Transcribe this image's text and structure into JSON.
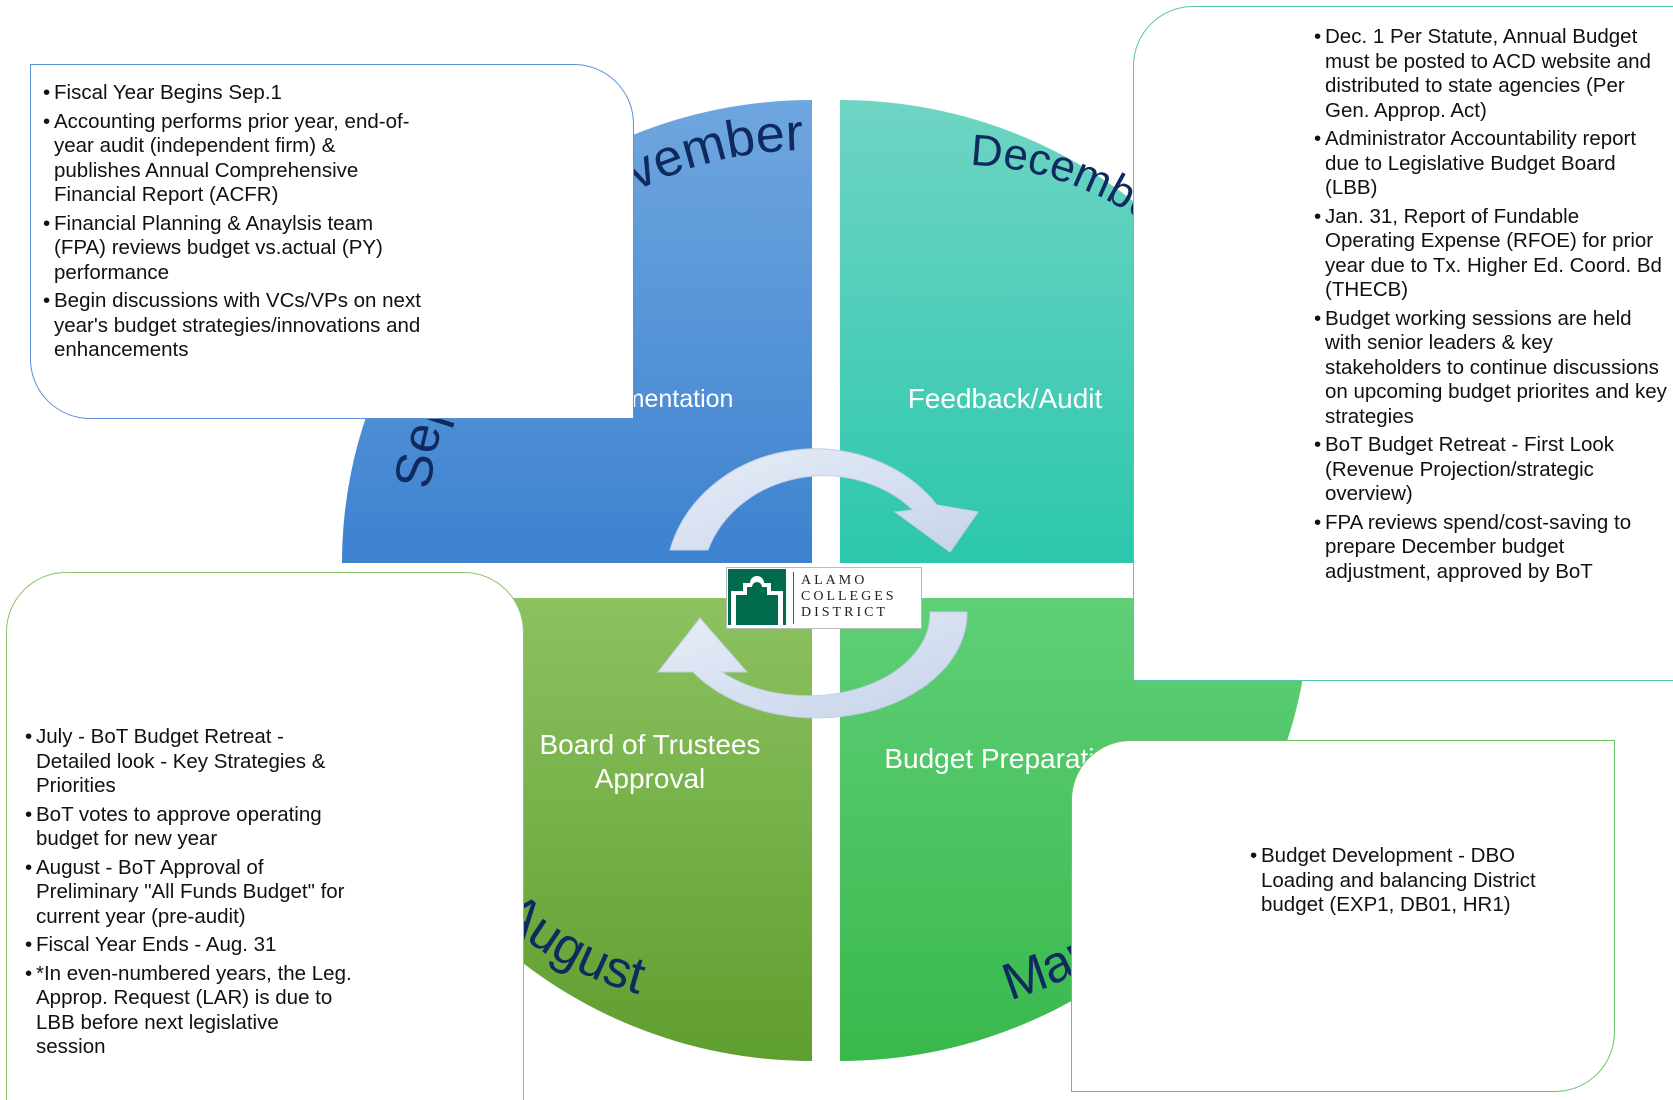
{
  "seasons": {
    "sep_nov": "September – November",
    "dec_feb": "December – February",
    "mar_may": "March – May",
    "jun_aug": "June - August"
  },
  "phases": {
    "implementation": "Implementation",
    "feedback": "Feedback/Audit",
    "budget_prep": "Budget Preparation",
    "bot_line1": "Board of Trustees",
    "bot_line2": "Approval"
  },
  "logo": {
    "line1": "ALAMO",
    "line2": "COLLEGES",
    "line3": "DISTRICT"
  },
  "notes": {
    "sep_nov": [
      "Fiscal Year Begins Sep.1",
      "Accounting performs prior year, end-of-year audit (independent firm) & publishes Annual Comprehensive Financial Report (ACFR)",
      "Financial Planning & Anaylsis team (FPA) reviews budget vs.actual (PY) performance",
      "Begin discussions with VCs/VPs on next year's budget strategies/innovations and enhancements"
    ],
    "dec_feb": [
      "Dec. 1 Per Statute, Annual Budget must be posted to ACD website and distributed to state agencies (Per Gen. Approp. Act)",
      "Administrator Accountability report due to Legislative Budget Board (LBB)",
      "Jan. 31, Report of Fundable Operating Expense (RFOE) for prior year due to Tx. Higher Ed. Coord. Bd (THECB)",
      "Budget working sessions are held with senior leaders & key stakeholders to continue discussions on upcoming budget priorites and key strategies",
      "BoT Budget Retreat - First Look (Revenue Projection/strategic overview)",
      "FPA reviews spend/cost-saving to prepare December budget adjustment, approved by BoT"
    ],
    "mar_may": [
      "Budget Development - DBO Loading and balancing District budget (EXP1, DB01, HR1)"
    ],
    "jun_aug": [
      "July - BoT Budget Retreat - Detailed look - Key Strategies & Priorities",
      "BoT votes to approve operating budget for new year",
      "August - BoT Approval of Preliminary \"All Funds Budget\" for current year (pre-audit)",
      "Fiscal Year Ends - Aug. 31",
      "*In even-numbered years, the Leg. Approp. Request (LAR) is due to LBB before next legislative session"
    ]
  },
  "colors": {
    "q1_top": "#6fa6df",
    "q1_bottom": "#3d82cf",
    "q2_top": "#6fd4c4",
    "q2_bottom": "#2cc7ac",
    "q3_top": "#5fcf78",
    "q3_bottom": "#39b84c",
    "q4_top": "#8cc260",
    "q4_bottom": "#5f9e30",
    "season_text": "#0f2a5e",
    "box_blue": "#5b8fd6",
    "box_teal": "#59c4b0",
    "box_green": "#6cc46a",
    "box_lgreen": "#8cc26a",
    "logo_green": "#006a4d"
  }
}
